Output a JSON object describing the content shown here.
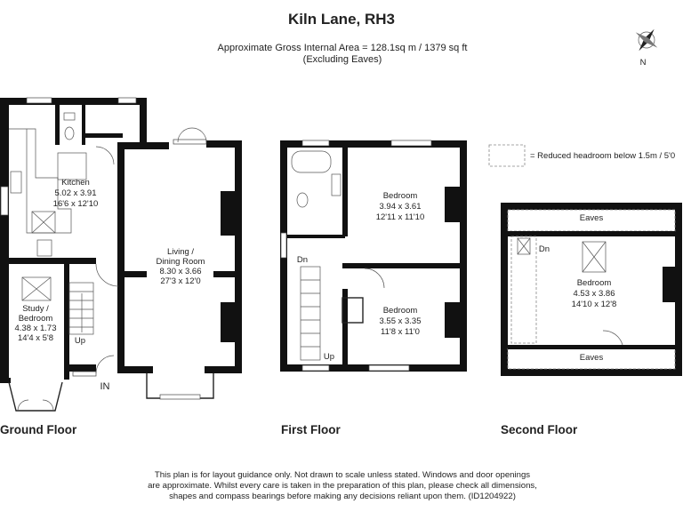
{
  "title": "Kiln Lane, RH3",
  "area": {
    "line1": "Approximate Gross Internal Area = 128.1sq m / 1379 sq ft",
    "line2": "(Excluding Eaves)"
  },
  "compass": {
    "icon": "compass-rose-icon",
    "label": "N"
  },
  "legend": {
    "text": "= Reduced headroom below 1.5m / 5'0"
  },
  "ground_floor": {
    "label": "Ground Floor",
    "kitchen": {
      "name": "Kitchen",
      "metric": "5.02 x 3.91",
      "imperial": "16'6 x 12'10"
    },
    "living": {
      "name1": "Living /",
      "name2": "Dining Room",
      "metric": "8.30 x 3.66",
      "imperial": "27'3 x 12'0"
    },
    "study": {
      "name1": "Study /",
      "name2": "Bedroom",
      "metric": "4.38 x 1.73",
      "imperial": "14'4 x 5'8"
    },
    "up": "Up",
    "entrance": "IN"
  },
  "first_floor": {
    "label": "First Floor",
    "bedroom1": {
      "name": "Bedroom",
      "metric": "3.94 x 3.61",
      "imperial": "12'11 x 11'10"
    },
    "bedroom2": {
      "name": "Bedroom",
      "metric": "3.55 x 3.35",
      "imperial": "11'8 x 11'0"
    },
    "dn": "Dn",
    "up": "Up"
  },
  "second_floor": {
    "label": "Second Floor",
    "bedroom": {
      "name": "Bedroom",
      "metric": "4.53 x 3.86",
      "imperial": "14'10 x 12'8"
    },
    "eaves_top": "Eaves",
    "eaves_bottom": "Eaves",
    "dn": "Dn"
  },
  "disclaimer": {
    "line1": "This plan is for layout guidance only. Not drawn to scale unless stated. Windows and door openings",
    "line2": "are approximate. Whilst every care is taken in the preparation of this plan, please check all dimensions,",
    "line3": "shapes and compass bearings before making any decisions reliant upon them. (ID1204922)"
  }
}
